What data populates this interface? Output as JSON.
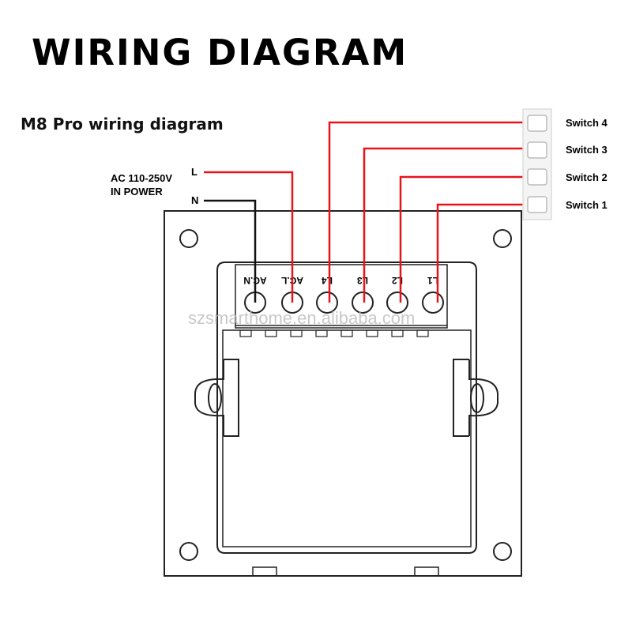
{
  "title": "WIRING DIAGRAM",
  "subtitle": "M8 Pro wiring diagram",
  "power": {
    "line1": "AC 110-250V",
    "line2": "IN POWER",
    "live": "L",
    "neutral": "N"
  },
  "switches": [
    "Switch 4",
    "Switch 3",
    "Switch 2",
    "Switch 1"
  ],
  "terminals": [
    "AC.N",
    "AC.L",
    "L4",
    "L3",
    "L2",
    "L1"
  ],
  "watermark": "szsmarthome.en.alibaba.com",
  "colors": {
    "live_wire": "#e8141c",
    "neutral_wire": "#111111",
    "outline": "#222222"
  }
}
